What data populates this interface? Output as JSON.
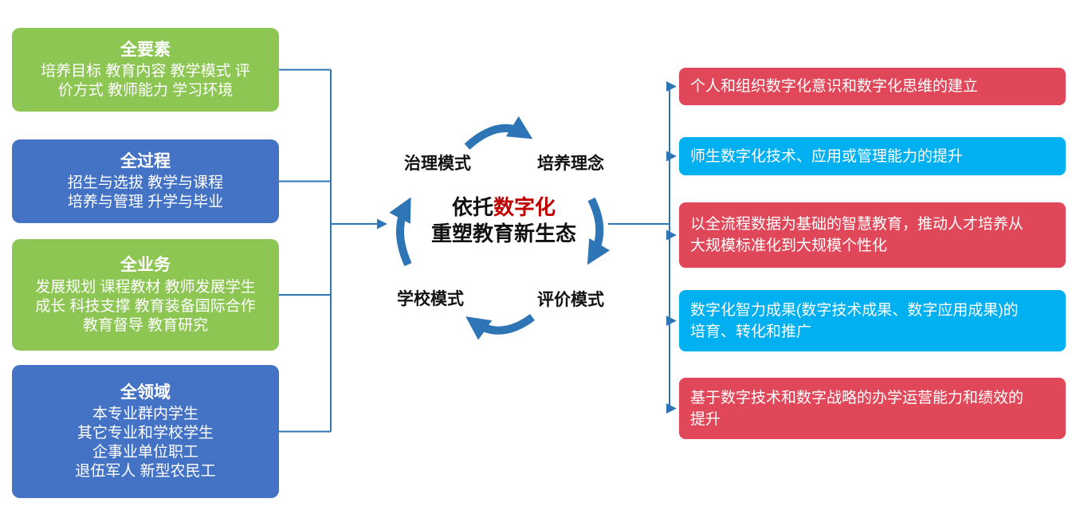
{
  "colors": {
    "green_box": "#8DC653",
    "blue_box": "#4473C5",
    "red_box": "#E0485A",
    "cyan_box": "#00B0F0",
    "connector_blue": "#2E75B6",
    "highlight_red": "#C00000",
    "text_white": "#FFFFFF"
  },
  "left_boxes": [
    {
      "title": "全要素",
      "color": "green",
      "lines": [
        "培养目标  教育内容 教学模式  评",
        "价方式  教师能力 学习环境"
      ]
    },
    {
      "title": "全过程",
      "color": "blue",
      "lines": [
        "招生与选拔  教学与课程",
        "培养与管理  升学与毕业"
      ]
    },
    {
      "title": "全业务",
      "color": "green",
      "lines": [
        "发展规划 课程教材 教师发展学生",
        "成长 科技支撑 教育装备国际合作",
        "教育督导 教育研究"
      ]
    },
    {
      "title": "全领域",
      "color": "blue",
      "lines": [
        "本专业群内学生",
        "其它专业和学校学生",
        "企事业单位职工",
        "退伍军人 新型农民工"
      ]
    }
  ],
  "cycle": {
    "labels": {
      "top_left": "治理模式",
      "top_right": "培养理念",
      "bottom_left": "学校模式",
      "bottom_right": "评价模式"
    },
    "center_prefix": "依托",
    "center_highlight": "数字化",
    "center_line2": "重塑教育新生态"
  },
  "right_boxes": [
    {
      "color": "red",
      "lines": [
        "个人和组织数字化意识和数字化思维的建立"
      ]
    },
    {
      "color": "cyan",
      "lines": [
        "师生数字化技术、应用或管理能力的提升"
      ]
    },
    {
      "color": "red",
      "lines": [
        "以全流程数据为基础的智慧教育，推动人才培养从",
        "大规模标准化到大规模个性化"
      ]
    },
    {
      "color": "cyan",
      "lines": [
        "数字化智力成果(数字技术成果、数字应用成果)的",
        "培育、转化和推广"
      ]
    },
    {
      "color": "red",
      "lines": [
        "基于数字技术和数字战略的办学运营能力和绩效的",
        "提升"
      ]
    }
  ]
}
